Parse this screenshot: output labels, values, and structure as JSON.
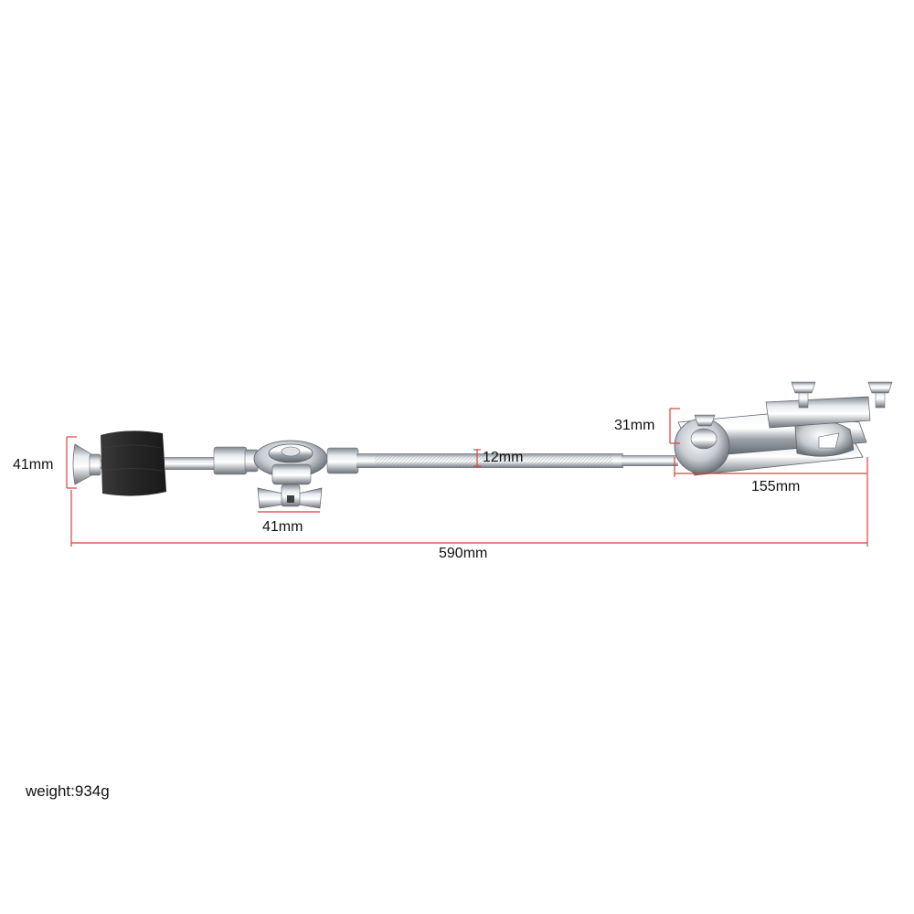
{
  "dimensions": {
    "felt_height": "41mm",
    "rod_diameter": "12mm",
    "clamp_height": "31mm",
    "clamp_length": "155mm",
    "wing_nut_width": "41mm",
    "total_length": "590mm"
  },
  "weight": "weight:934g",
  "colors": {
    "dimension_line": "#d9413a",
    "chrome": "#c9ced3",
    "felt": "#2f2f2f"
  }
}
